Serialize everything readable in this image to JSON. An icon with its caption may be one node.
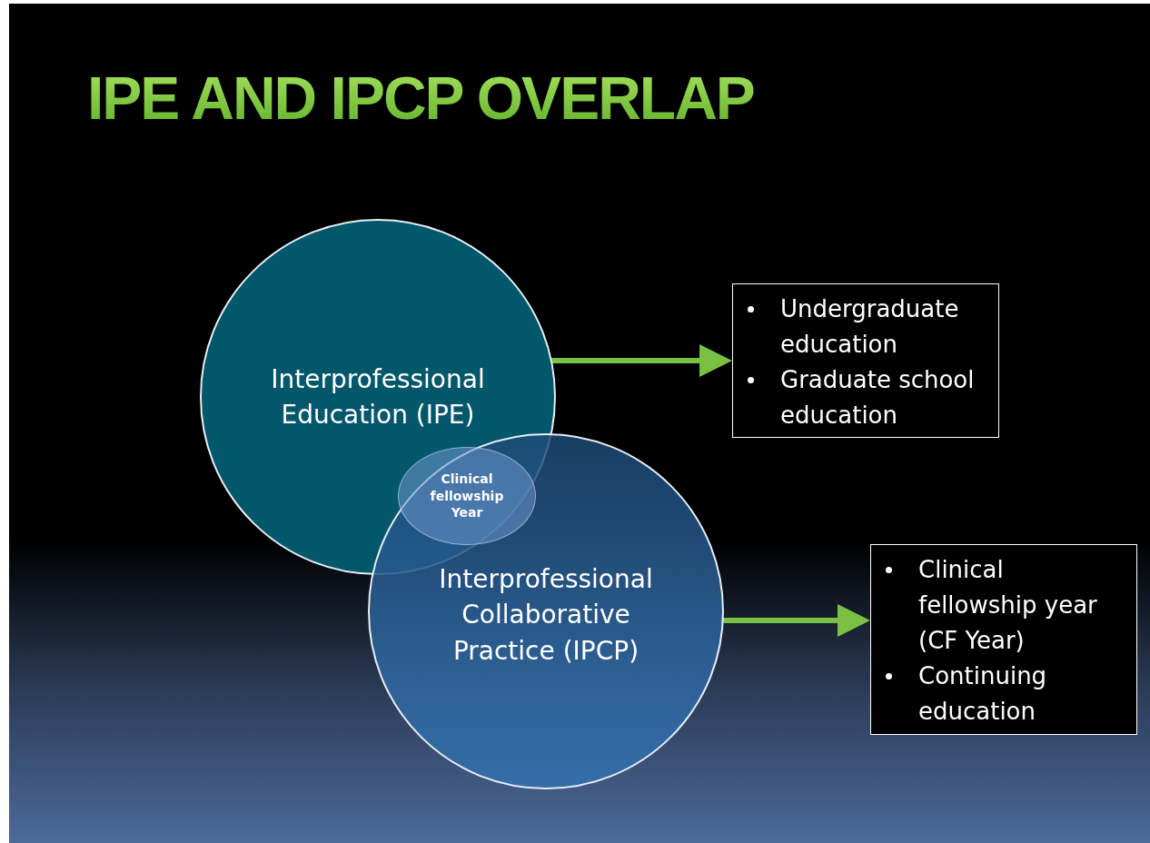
{
  "diagram": {
    "title": "IPE AND IPCP OVERLAP",
    "nodes": [
      {
        "text": [
          "Interprofessional Education (IPE)"
        ]
      },
      {
        "text": [
          "Interprofessional Collaborative Practice (IPCP)"
        ]
      },
      {
        "text": [
          "Clinical fellowship Year"
        ]
      },
      {
        "text": [
          "Undergraduate education",
          "Graduate school education"
        ]
      },
      {
        "text": [
          "Clinical fellowship year (CF Year)",
          "Continuing education"
        ]
      }
    ],
    "edges": [
      {
        "from": 0,
        "to": 3,
        "arrow": "to"
      },
      {
        "from": 1,
        "to": 4,
        "arrow": "to"
      }
    ]
  }
}
